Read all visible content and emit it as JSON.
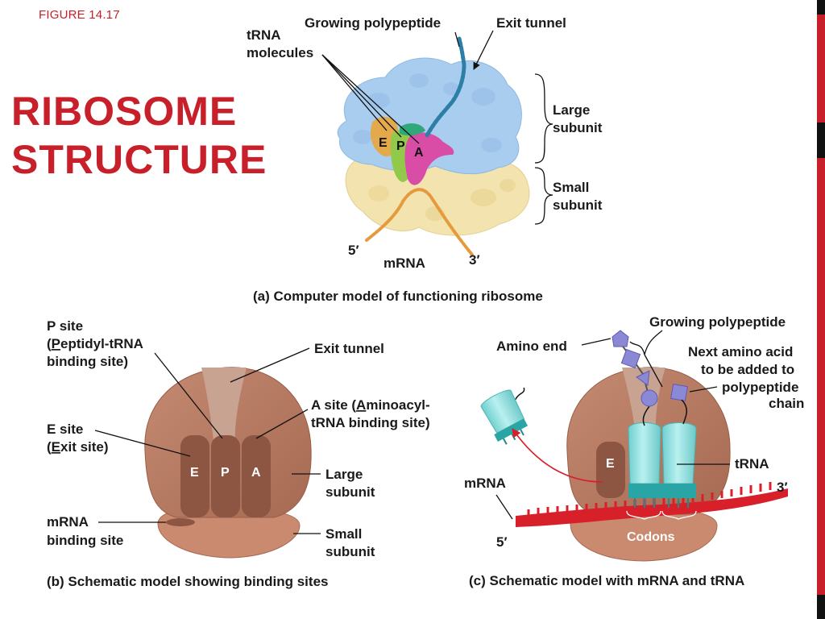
{
  "figure_label": "FIGURE 14.17",
  "title_line1": "RIBOSOME",
  "title_line2": "STRUCTURE",
  "panel_a": {
    "caption": "(a) Computer model of functioning ribosome",
    "growing_polypeptide": "Growing polypeptide",
    "exit_tunnel": "Exit tunnel",
    "trna_line1": "tRNA",
    "trna_line2": "molecules",
    "large_line1": "Large",
    "large_line2": "subunit",
    "small_line1": "Small",
    "small_line2": "subunit",
    "five_prime": "5′",
    "three_prime": "3′",
    "mrna": "mRNA",
    "site_e": "E",
    "site_p": "P",
    "site_a": "A"
  },
  "panel_b": {
    "caption": "(b) Schematic model showing binding sites",
    "p_site_line1": "P site",
    "p_site_line2a": "(",
    "p_site_line2b": "P",
    "p_site_line2c": "eptidyl-tRNA",
    "p_site_line3": "binding site)",
    "exit_tunnel": "Exit tunnel",
    "a_site_line1a": "A site (",
    "a_site_line1b": "A",
    "a_site_line1c": "minoacyl-",
    "a_site_line2": "tRNA binding site)",
    "e_site_line1": "E site",
    "e_site_line2a": "(",
    "e_site_line2b": "E",
    "e_site_line2c": "xit site)",
    "large_line1": "Large",
    "large_line2": "subunit",
    "small_line1": "Small",
    "small_line2": "subunit",
    "mrna_binding_line1": "mRNA",
    "mrna_binding_line2": "binding site",
    "site_e": "E",
    "site_p": "P",
    "site_a": "A"
  },
  "panel_c": {
    "caption": "(c) Schematic model with mRNA and tRNA",
    "growing_polypeptide": "Growing polypeptide",
    "amino_end": "Amino end",
    "next_line1": "Next amino acid",
    "next_line2": "to be added to",
    "next_line3": "polypeptide",
    "next_line4": "chain",
    "trna": "tRNA",
    "mrna": "mRNA",
    "three_prime": "3′",
    "five_prime": "5′",
    "codons": "Codons",
    "site_e": "E"
  },
  "colors": {
    "accent_red": "#c8202a",
    "large_subunit_blue": "#a9cdef",
    "small_subunit_yellow": "#f3e3ae",
    "ribosome_brown": "#b87a63",
    "trna_cyan": "#8fdede",
    "mrna_red": "#d8202a"
  }
}
